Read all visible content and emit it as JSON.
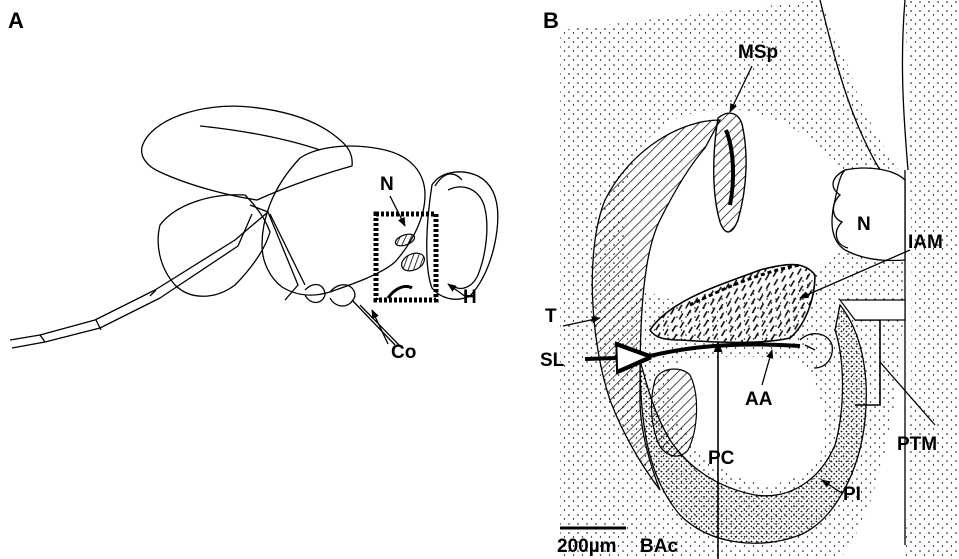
{
  "panel_a": {
    "letter": "A",
    "labels": {
      "n": "N",
      "h": "H",
      "co": "Co"
    }
  },
  "panel_b": {
    "letter": "B",
    "labels": {
      "msp": "MSp",
      "n": "N",
      "iam": "IAM",
      "t": "T",
      "sl": "SL",
      "aa": "AA",
      "ptm": "PTM",
      "pc": "PC",
      "pi": "PI",
      "bac": "BAc"
    },
    "scale_bar": "200µm"
  }
}
